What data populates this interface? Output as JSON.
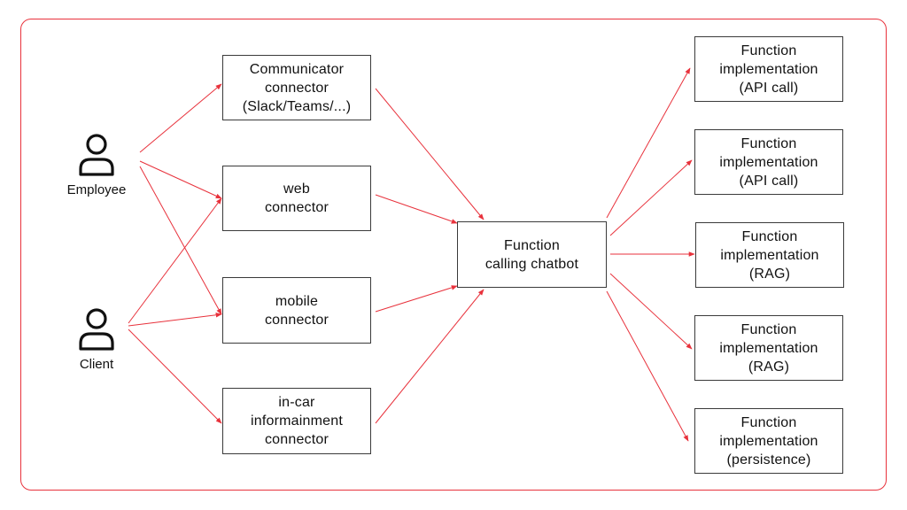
{
  "diagram": {
    "frame_color": "#e8323c",
    "edge_color": "#e8323c",
    "actors": [
      {
        "id": "employee",
        "label": "Employee",
        "icon": "person-icon"
      },
      {
        "id": "client",
        "label": "Client",
        "icon": "person-icon"
      }
    ],
    "connectors": [
      {
        "id": "communicator",
        "label": "Communicator\nconnector\n(Slack/Teams/...)"
      },
      {
        "id": "web",
        "label": "web\nconnector"
      },
      {
        "id": "mobile",
        "label": "mobile\nconnector"
      },
      {
        "id": "incar",
        "label": "in-car\ninformainment\nconnector"
      }
    ],
    "chatbot": {
      "id": "chatbot",
      "label": "Function\ncalling chatbot"
    },
    "functions": [
      {
        "id": "f1",
        "label": "Function\nimplementation\n(API call)"
      },
      {
        "id": "f2",
        "label": "Function\nimplementation\n(API call)"
      },
      {
        "id": "f3",
        "label": "Function\nimplementation\n(RAG)"
      },
      {
        "id": "f4",
        "label": "Function\nimplementation\n(RAG)"
      },
      {
        "id": "f5",
        "label": "Function\nimplementation\n(persistence)"
      }
    ],
    "edges": [
      {
        "from": "employee",
        "to": "communicator"
      },
      {
        "from": "employee",
        "to": "web"
      },
      {
        "from": "employee",
        "to": "mobile"
      },
      {
        "from": "client",
        "to": "web"
      },
      {
        "from": "client",
        "to": "mobile"
      },
      {
        "from": "client",
        "to": "incar"
      },
      {
        "from": "communicator",
        "to": "chatbot"
      },
      {
        "from": "web",
        "to": "chatbot"
      },
      {
        "from": "mobile",
        "to": "chatbot"
      },
      {
        "from": "incar",
        "to": "chatbot"
      },
      {
        "from": "chatbot",
        "to": "f1"
      },
      {
        "from": "chatbot",
        "to": "f2"
      },
      {
        "from": "chatbot",
        "to": "f3"
      },
      {
        "from": "chatbot",
        "to": "f4"
      },
      {
        "from": "chatbot",
        "to": "f5"
      }
    ]
  }
}
